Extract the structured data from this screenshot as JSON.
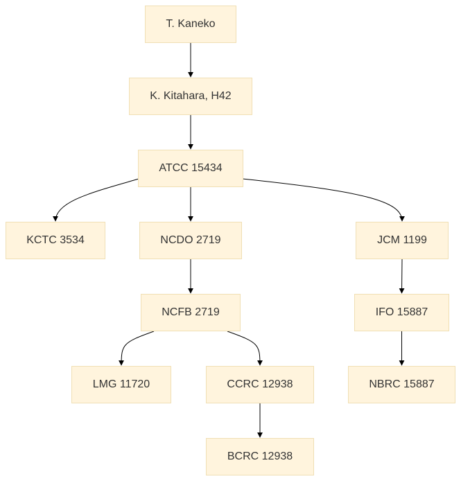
{
  "colors": {
    "node_fill": "#fff4dd",
    "node_border": "#f0dfb4",
    "edge": "#000000",
    "text": "#333333"
  },
  "nodes": {
    "kaneko": "T. Kaneko",
    "kitahara": "K. Kitahara, H42",
    "atcc": "ATCC 15434",
    "kctc": "KCTC 3534",
    "ncdo": "NCDO 2719",
    "jcm": "JCM 1199",
    "ncfb": "NCFB 2719",
    "ifo": "IFO 15887",
    "lmg": "LMG 11720",
    "ccrc": "CCRC 12938",
    "nbrc": "NBRC 15887",
    "bcrc": "BCRC 12938"
  },
  "edges": [
    [
      "kaneko",
      "kitahara"
    ],
    [
      "kitahara",
      "atcc"
    ],
    [
      "atcc",
      "kctc"
    ],
    [
      "atcc",
      "ncdo"
    ],
    [
      "atcc",
      "jcm"
    ],
    [
      "ncdo",
      "ncfb"
    ],
    [
      "jcm",
      "ifo"
    ],
    [
      "ifo",
      "nbrc"
    ],
    [
      "ncfb",
      "lmg"
    ],
    [
      "ncfb",
      "ccrc"
    ],
    [
      "ccrc",
      "bcrc"
    ]
  ]
}
